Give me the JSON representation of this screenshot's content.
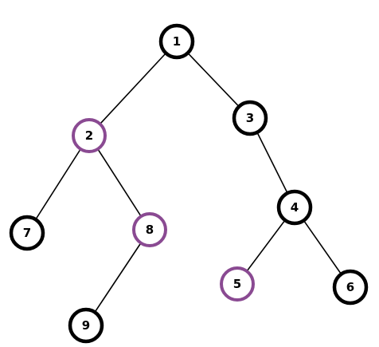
{
  "colors": {
    "edge": "#000000",
    "default_ring": "#000000",
    "highlight_ring": "#8a4a92",
    "fill": "#ffffff",
    "label": "#000000"
  },
  "tree": {
    "nodes": [
      {
        "label": "1",
        "highlighted": false
      },
      {
        "label": "2",
        "highlighted": true
      },
      {
        "label": "3",
        "highlighted": false
      },
      {
        "label": "4",
        "highlighted": false
      },
      {
        "label": "5",
        "highlighted": true
      },
      {
        "label": "6",
        "highlighted": false
      },
      {
        "label": "7",
        "highlighted": false
      },
      {
        "label": "8",
        "highlighted": true
      },
      {
        "label": "9",
        "highlighted": false
      }
    ],
    "edges": [
      [
        "1",
        "2"
      ],
      [
        "1",
        "3"
      ],
      [
        "2",
        "7"
      ],
      [
        "2",
        "8"
      ],
      [
        "8",
        "9"
      ],
      [
        "3",
        "4"
      ],
      [
        "4",
        "5"
      ],
      [
        "4",
        "6"
      ]
    ]
  }
}
